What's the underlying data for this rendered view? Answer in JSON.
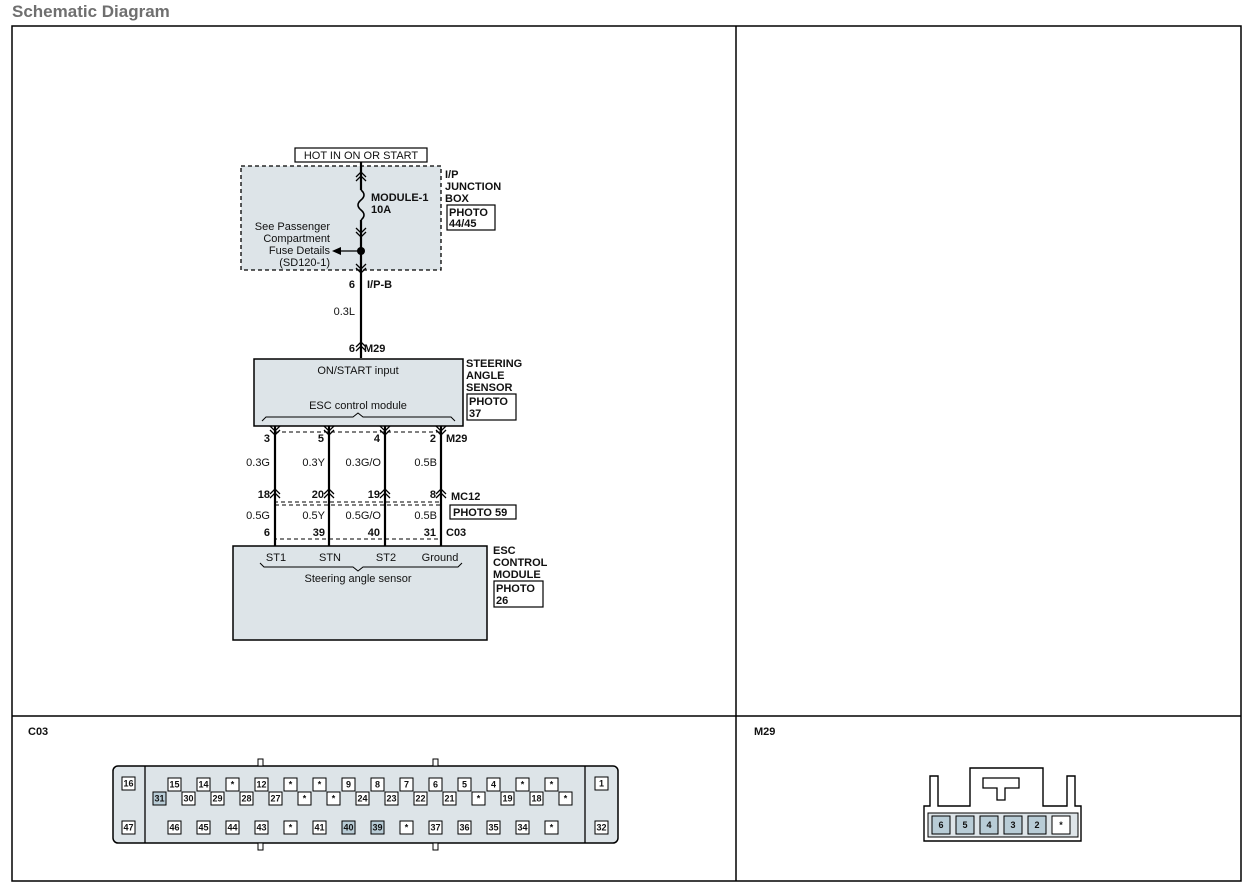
{
  "page_title": "Schematic Diagram",
  "colors": {
    "box_fill": "#dde4e8",
    "pin_highlight": "#b8ccd6",
    "line": "#000000",
    "title": "#6f6f6f"
  },
  "schematic": {
    "power_label": "HOT IN ON OR START",
    "fuse_name": "MODULE-1",
    "fuse_rating": "10A",
    "fuse_note": [
      "See Passenger",
      "Compartment",
      "Fuse Details",
      "(SD120-1)"
    ],
    "junction_box": {
      "name": [
        "I/P",
        "JUNCTION",
        "BOX"
      ],
      "photo": [
        "PHOTO",
        "44/45"
      ]
    },
    "ip_b": {
      "pin": "6",
      "connector": "I/P-B"
    },
    "wire_main": "0.3L",
    "sas_in": {
      "pin": "6",
      "connector": "M29"
    },
    "sas": {
      "name": [
        "STEERING",
        "ANGLE",
        "SENSOR"
      ],
      "photo": [
        "PHOTO",
        "37"
      ],
      "input_label": "ON/START input",
      "module_label": "ESC control module"
    },
    "m29_pins": [
      "3",
      "5",
      "4",
      "2"
    ],
    "m29_label": "M29",
    "upper_wires": [
      "0.3G",
      "0.3Y",
      "0.3G/O",
      "0.5B"
    ],
    "mc12_pins": [
      "18",
      "20",
      "19",
      "8"
    ],
    "mc12_label": "MC12",
    "mc12_photo": "PHOTO 59",
    "lower_wires": [
      "0.5G",
      "0.5Y",
      "0.5G/O",
      "0.5B"
    ],
    "c03_pins": [
      "6",
      "39",
      "40",
      "31"
    ],
    "c03_label": "C03",
    "esc": {
      "name": [
        "ESC",
        "CONTROL",
        "MODULE"
      ],
      "photo": [
        "PHOTO",
        "26"
      ],
      "terminals": [
        "ST1",
        "STN",
        "ST2",
        "Ground"
      ],
      "sensor_label": "Steering angle sensor"
    }
  },
  "connectors": {
    "c03": {
      "label": "C03",
      "left_pins": [
        "16",
        "47"
      ],
      "right_pins": [
        "1",
        "32"
      ],
      "row1": [
        "15",
        "14",
        "*",
        "12",
        "*",
        "*",
        "9",
        "8",
        "7",
        "6",
        "5",
        "4",
        "*",
        "*"
      ],
      "row2": [
        "31",
        "30",
        "29",
        "28",
        "27",
        "*",
        "*",
        "24",
        "23",
        "22",
        "21",
        "*",
        "19",
        "18",
        "*"
      ],
      "row3": [
        "46",
        "45",
        "44",
        "43",
        "*",
        "41",
        "40",
        "39",
        "*",
        "37",
        "36",
        "35",
        "34",
        "*"
      ],
      "highlighted": [
        "31",
        "6",
        "40",
        "39"
      ]
    },
    "m29": {
      "label": "M29",
      "pins": [
        "6",
        "5",
        "4",
        "3",
        "2",
        "*"
      ],
      "highlighted": [
        "6",
        "5",
        "4",
        "3",
        "2"
      ]
    }
  }
}
